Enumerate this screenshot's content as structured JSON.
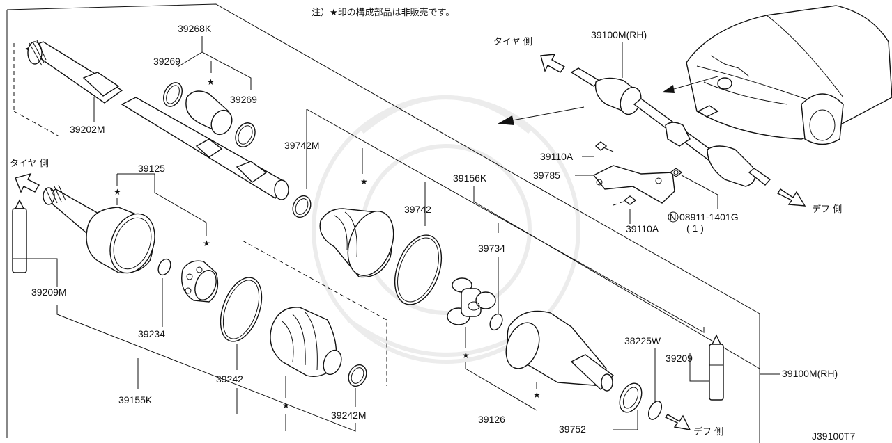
{
  "note": "注）★印の構成部品は非販売です。",
  "diagram_code": "J39100T7",
  "sides": {
    "tire_left": "タイヤ 側",
    "tire_right": "タイヤ 側",
    "diff_top": "デフ 側",
    "diff_bottom": "デフ 側"
  },
  "parts": {
    "p39268K": "39268K",
    "p39269_a": "39269",
    "p39269_b": "39269",
    "p39202M": "39202M",
    "p39742M": "39742M",
    "p39742": "39742",
    "p39156K": "39156K",
    "p39125": "39125",
    "p39209M": "39209M",
    "p39234": "39234",
    "p39734": "39734",
    "p39242": "39242",
    "p39242M": "39242M",
    "p39155K": "39155K",
    "p39126": "39126",
    "p39752": "39752",
    "p38225W": "38225W",
    "p39209": "39209",
    "p39100M_rh_side": "39100M(RH)",
    "p39100M_rh_top": "39100M(RH)",
    "p39110A_top": "39110A",
    "p39785": "39785",
    "p39110A_bottom": "39110A",
    "p08911": "08911-1401G",
    "p08911_qty": "( 1 )",
    "n_mark": "N"
  },
  "star_glyph": "★"
}
